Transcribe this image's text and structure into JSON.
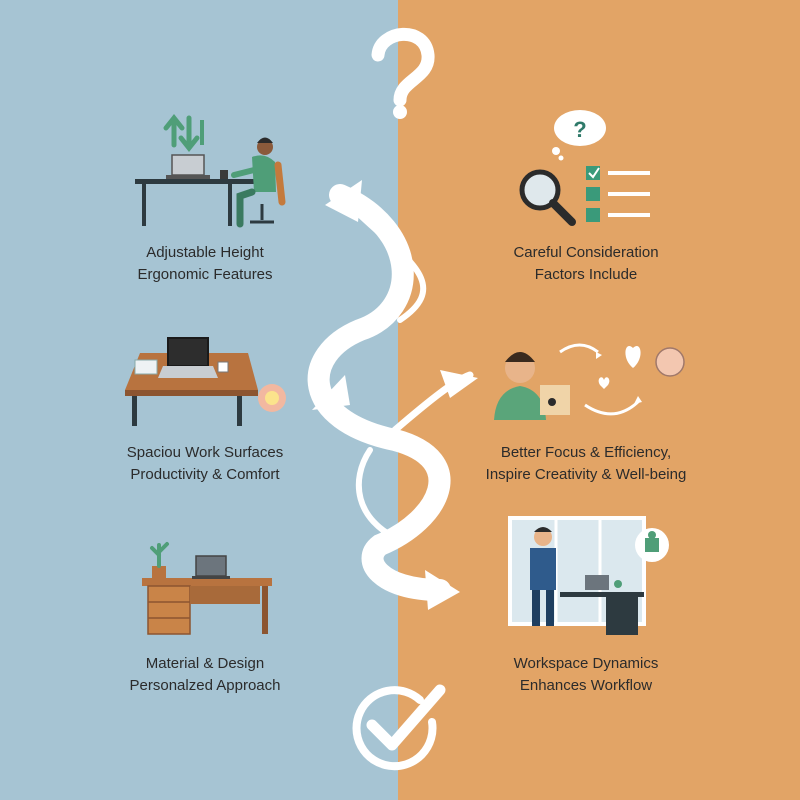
{
  "colors": {
    "left_bg": "#a6c4d3",
    "right_bg": "#e2a466",
    "flow_arrow": "#ffffff",
    "accent_green": "#4f9e78",
    "desk_wood": "#b8733f",
    "text": "#2b2b2b"
  },
  "symbols": {
    "top": "question-mark-icon",
    "bottom": "checkmark-circle-icon"
  },
  "left_column": [
    {
      "icon": "adjustable-desk-icon",
      "line1": "Adjustable Height",
      "line2": "Ergonomic Features"
    },
    {
      "icon": "desk-workspace-icon",
      "line1": "Spaciou Work Surfaces",
      "line2": "Productivity & Comfort"
    },
    {
      "icon": "wooden-desk-icon",
      "line1": "Material & Design",
      "line2": "Personalzed Approach"
    }
  ],
  "right_column": [
    {
      "icon": "magnifier-checklist-icon",
      "line1": "Careful Consideration",
      "line2": "Factors Include"
    },
    {
      "icon": "person-wellbeing-icon",
      "line1": "Better Focus & Efficiency,",
      "line2": "Inspire Creativity & Well-being"
    },
    {
      "icon": "office-workspace-icon",
      "line1": "Workspace Dynamics",
      "line2": "Enhances Workflow"
    }
  ]
}
